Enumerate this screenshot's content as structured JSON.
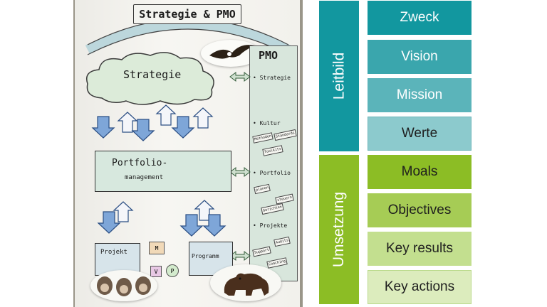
{
  "photo": {
    "title": "Strategie & PMO",
    "cloud_label": "Strategie",
    "pmo_header": "PMO",
    "pmo_items": [
      "• Strategie",
      "• Kultur",
      "• Portfolio",
      "• Projekte"
    ],
    "pmo_notes": [
      "Methoden",
      "Standards",
      "Toolkits",
      "planen",
      "steuern",
      "berichten",
      "Audits",
      "Support",
      "Coaching"
    ],
    "portfolio_label": "Portfolio-",
    "portfolio_sub": "management",
    "projekt_label": "Projekt",
    "programm_label": "Programm",
    "mvp_letters": [
      "M",
      "V",
      "P"
    ]
  },
  "diagram": {
    "colors": {
      "teal": "#12979f",
      "green": "#8cbd25"
    },
    "leitbild": {
      "label": "Leitbild",
      "items": [
        "Zweck",
        "Vision",
        "Mission",
        "Werte"
      ]
    },
    "umsetzung": {
      "label": "Umsetzung",
      "items": [
        "Moals",
        "Objectives",
        "Key results",
        "Key actions"
      ]
    }
  }
}
